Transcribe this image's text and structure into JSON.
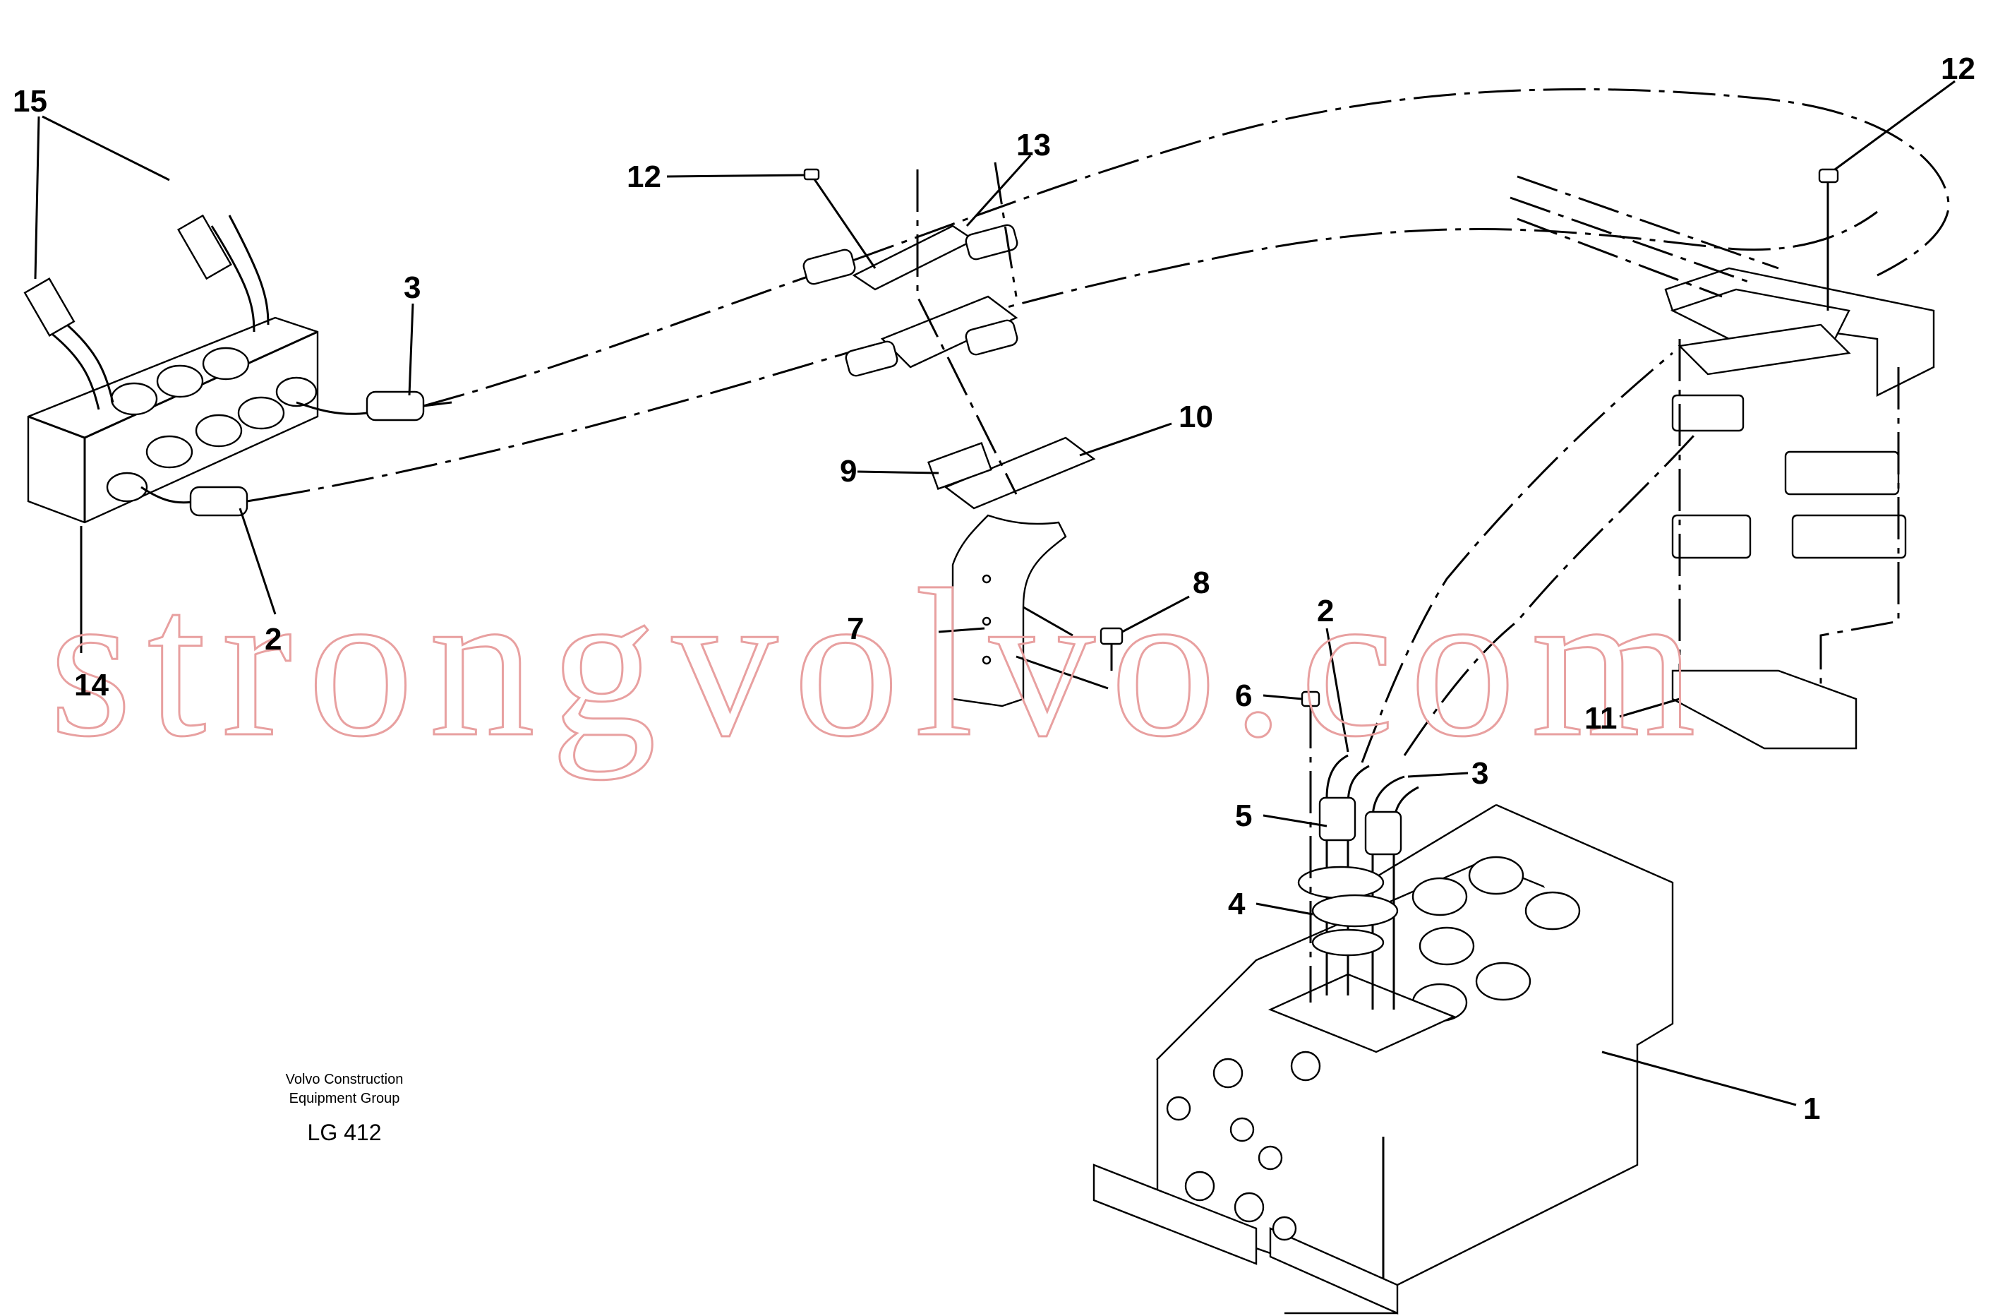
{
  "drawing": {
    "caption_line1": "Volvo Construction",
    "caption_line2": "Equipment Group",
    "drawing_code": "LG 412"
  },
  "watermark": {
    "text": "strongvolvo.com",
    "color": "#e8a0a0"
  },
  "part_labels": {
    "p1": "1",
    "p2a": "2",
    "p2b": "2",
    "p3a": "3",
    "p3b": "3",
    "p4": "4",
    "p5": "5",
    "p6": "6",
    "p7": "7",
    "p8": "8",
    "p9": "9",
    "p10": "10",
    "p11": "11",
    "p12a": "12",
    "p12b": "12",
    "p13": "13",
    "p14": "14",
    "p15": "15"
  }
}
